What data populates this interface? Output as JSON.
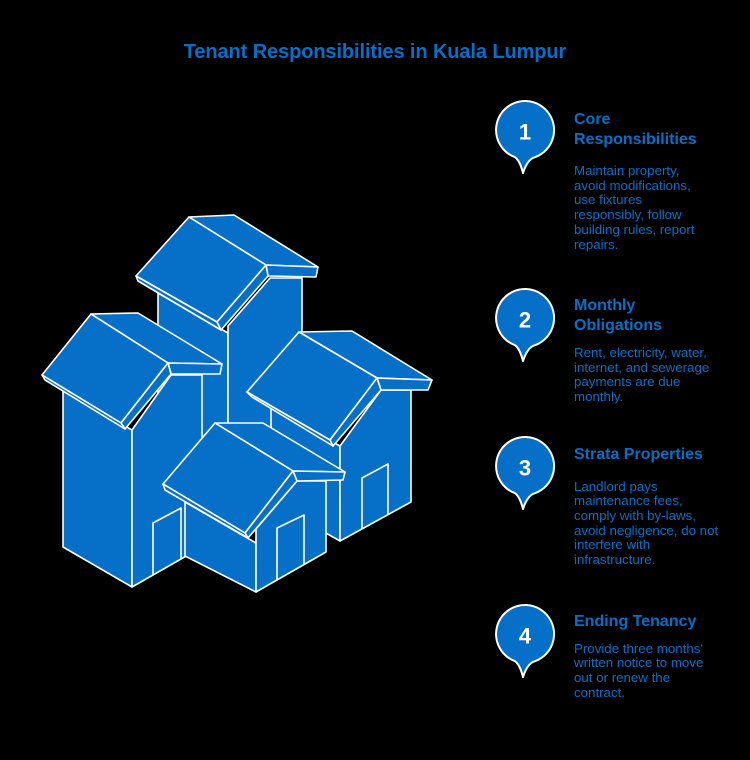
{
  "page": {
    "title": "Tenant Responsibilities in Kuala Lumpur",
    "background_color": "#000000",
    "accent_color": "#0670c8",
    "outline_color": "#ffffff"
  },
  "illustration": {
    "icon": "houses-cluster-icon",
    "buildings": [
      "tall-house-back",
      "house-left",
      "house-right",
      "house-front"
    ]
  },
  "items": [
    {
      "number": "1",
      "icon": "location-pin-icon",
      "heading_lines": [
        "Core",
        "Responsibilities"
      ],
      "body_lines": [
        "Maintain property,",
        "avoid modifications,",
        "use fixtures",
        "responsibly, follow",
        "building rules, report",
        "repairs."
      ]
    },
    {
      "number": "2",
      "icon": "location-pin-icon",
      "heading_lines": [
        "Monthly",
        "Obligations"
      ],
      "body_lines": [
        "Rent, electricity, water,",
        "internet, and sewerage",
        "payments are due",
        "monthly."
      ]
    },
    {
      "number": "3",
      "icon": "location-pin-icon",
      "heading_lines": [
        "Strata Properties"
      ],
      "body_lines": [
        "Landlord pays",
        "maintenance fees,",
        "comply with by-laws,",
        "avoid negligence, do not",
        "interfere with",
        "infrastructure."
      ]
    },
    {
      "number": "4",
      "icon": "location-pin-icon",
      "heading_lines": [
        "Ending Tenancy"
      ],
      "body_lines": [
        "Provide three months'",
        "written notice to move",
        "out or renew the",
        "contract."
      ]
    }
  ]
}
